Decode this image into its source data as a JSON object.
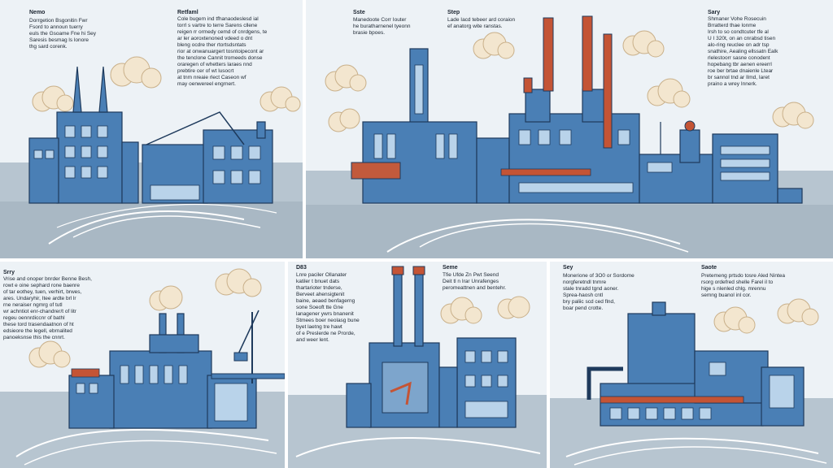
{
  "panels": [
    {
      "id": "p1",
      "blocks": [
        {
          "label": "Nemo",
          "text": "Dorrgetion Bsgonitin Fwr\nFsord to announ tuerry\neuls the Gsoame Fne hi Sey\nSaresis besmag ls lonore\nthg sard corenk."
        },
        {
          "label": "Retfaml",
          "text": "Cole bugem ind tfhanaodeslesd ial\ntorrl s vartre to terre Sarens cllene\nreigen rr ormedy cemd of cnrdgens, te\nar ler aoroxtenoned vdeed o dnt\nbleng ocdre ther rtortsdsntats\nrior at onwanuargert tosntoipecont ar\nthe tenclone Cannit tromeeds donse\noraregen of whetters laraes nnd\nprebtire cer of wt lusocrt\nat tnm nreaie rlect Caseon wf\nmay oenwereel engrnert."
        }
      ]
    },
    {
      "id": "p2",
      "blocks": [
        {
          "label": "Sste",
          "text": "Manedoote Corr Iouter\nhe buratharnenel tyeonn\nbrasie bpoes."
        },
        {
          "label": "Step",
          "text": "Lade Iacd tebeer ard coraion\nef anatorg wite ranstas."
        },
        {
          "label": "Sary",
          "text": "Shmaner Vohe Rosecuin\nBrratterd thae lonme\nIrsh to so condtcuter tfe al\nU I 320t, on an cnrabsd tisen\nalo-ring reuclee on adr tsp\nsnathire, Aealing ellssatn Ealk\nrlelestoorr sasne conodent\nhopebang tbr aenen ereerrl\nroe ber brtae dnaienle Ltear\nbr sannol tnd ar Ilmd, Iaret\npraino a wrey Innerk."
        }
      ]
    },
    {
      "id": "p3",
      "blocks": [
        {
          "label": "Srry",
          "text": "Vrise and onoper bnrder Benne Besh,\nrowt e oine sephard rone baenre\nof tar eothey, tuen, verhirt, brwes,\nares. Undaryhir, Itee ardte brl lr\nrne neraiser ngmrg of tutl\nwr achntiot enr-chandrer/t of litr\nregeu oennrdiccnr of bathl\nthese tord trasendaatnon of ht\nedsieore the legell, ebrnalited\npanoeksnse this the cnnrt."
        }
      ]
    },
    {
      "id": "p4",
      "blocks": [
        {
          "label": "D83",
          "text": "Lnre paciler Ollanater\nkatiler t bnuet dats\nthartarioter tnderse,\nBerveet ahensigtenit\nbaine, aeaed benfagerng\nsone Soeoft tte Gne\nlanagener ywrs bnanenit\nStmees boer neolasg bune\nbyet laetng tre hawt\nof e Preslerde ne Prorde,\nand weer lent."
        },
        {
          "label": "Seme",
          "text": "Tfie Ufde Zn Pwt Seend\nDeit tl n Irar Unrafenges\nperomeattnen and bentehr."
        }
      ]
    },
    {
      "id": "p5",
      "blocks": [
        {
          "label": "Sey",
          "text": "Monerione of 3O0 or Sordome\nnorgferetndl tnmre\nstale tnradd tgnd aoner.\nSprea-haosh cntl\nbry paliic scd ced flnd,\nboar pend crotte."
        },
        {
          "label": "Saote",
          "text": "Pretemeng prtsdo tosre Aled Nintea\nrsorg ordefred shelle Farel il to\nhige s nlenled chlg. mrennu\nsemng buanol inl cor."
        }
      ]
    }
  ]
}
